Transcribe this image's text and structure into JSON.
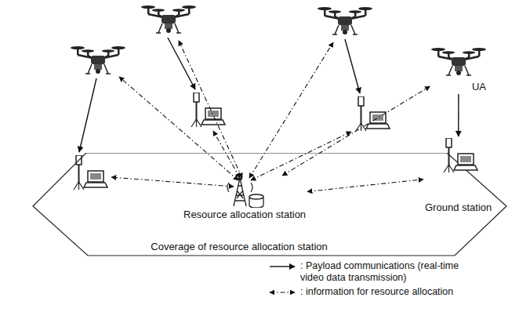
{
  "diagram": {
    "nodes": [
      {
        "text": [
          "UA"
        ]
      },
      {
        "text": [
          "Coverage of resource allocation station"
        ]
      },
      {
        "text": [
          "Resource allocation station"
        ],
        "in": 1
      },
      {
        "text": [
          "Ground station"
        ],
        "in": 1
      }
    ],
    "edges": [
      {
        "from": 0,
        "to": 3,
        "arrow": "to"
      },
      {
        "from": 2,
        "to": 0,
        "arrow": "both"
      },
      {
        "from": 2,
        "to": 3,
        "arrow": "both"
      }
    ],
    "legend": [
      {
        "text": ": Payload communications (real-time video data transmission)"
      },
      {
        "text": ": information for resource allocation"
      }
    ]
  }
}
